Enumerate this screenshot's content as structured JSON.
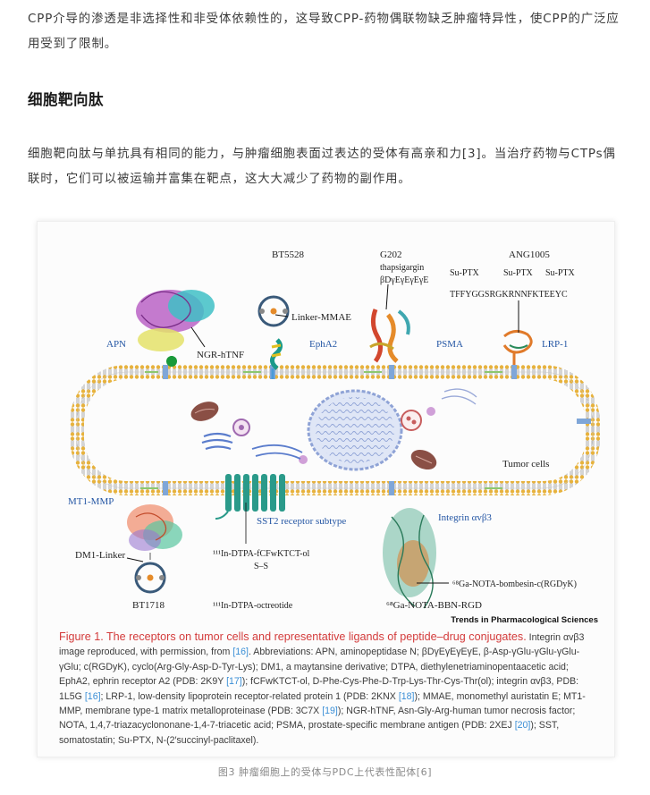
{
  "article": {
    "para1": "CPP介导的渗透是非选择性和非受体依赖性的，这导致CPP-药物偶联物缺乏肿瘤特异性，使CPP的广泛应用受到了限制。",
    "heading": "细胞靶向肽",
    "para2": "细胞靶向肽与单抗具有相同的能力，与肿瘤细胞表面过表达的受体有高亲和力[3]。当治疗药物与CTPs偶联时，它们可以被运输并富集在靶点，这大大减少了药物的副作用。"
  },
  "figure": {
    "labels": {
      "bt5528": "BT5528",
      "g202": "G202",
      "thapsigargin": "thapsigargin",
      "g202_seq": "βDγEγEγEγE",
      "ang1005": "ANG1005",
      "supt1": "Su-PTX",
      "supt2": "Su-PTX",
      "supt3": "Su-PTX",
      "ang_seq": "TFFYGGSRGKRNNFKTEEYC",
      "apn": "APN",
      "ngr": "NGR-hTNF",
      "linker_mmae": "Linker-MMAE",
      "epha2": "EphA2",
      "psma": "PSMA",
      "lrp1": "LRP-1",
      "tumor_cells": "Tumor cells",
      "mt1mmp": "MT1-MMP",
      "sst2": "SST2 receptor subtype",
      "integrin": "Integrin αvβ3",
      "dm1": "DM1-Linker",
      "in_dtpa": "¹¹¹In-DTPA-fCFwKTCT-ol",
      "ss": "S–S",
      "ga_nota": "⁶⁸Ga-NOTA-bombesin-c(RGDyK)",
      "bt1718": "BT1718",
      "in_octreotide": "¹¹¹In-DTPA-octreotide",
      "ga_bbn": "⁶⁸Ga-NOTA-BBN-RGD"
    },
    "source": "Trends in Pharmacological Sciences",
    "caption_title": "Figure 1. The receptors on tumor cells and representative ligands of peptide–drug conjugates.",
    "caption_a": " Integrin αvβ3 image reproduced, with permission, from ",
    "ref16a": "[16]",
    "caption_b": ". Abbreviations: APN, aminopeptidase N; βDγEγEγEγE, β-Asp-γGlu-γGlu-γGlu-γGlu; c(RGDyK), cyclo(Arg-Gly-Asp-D-Tyr-Lys); DM1, a maytansine derivative; DTPA, diethylenetriaminopentaacetic acid; EphA2, ephrin receptor A2 (PDB: 2K9Y ",
    "ref17": "[17]",
    "caption_c": "); fCFwKTCT-ol, D-Phe-Cys-Phe-D-Trp-Lys-Thr-Cys-Thr(ol); integrin αvβ3, PDB: 1L5G ",
    "ref16b": "[16]",
    "caption_d": "; LRP-1, low-density lipoprotein receptor-related protein 1 (PDB: 2KNX ",
    "ref18": "[18]",
    "caption_e": "); MMAE, monomethyl auristatin E; MT1-MMP, membrane type-1 matrix metalloproteinase (PDB: 3C7X ",
    "ref19": "[19]",
    "caption_f": "); NGR-hTNF, Asn-Gly-Arg-human tumor necrosis factor; NOTA, 1,4,7-triazacyclononane-1,4-7-triacetic acid; PSMA, prostate-specific membrane antigen (PDB: 2XEJ ",
    "ref20": "[20]",
    "caption_g": "); SST, somatostatin; Su-PTX, N-(2′succinyl-paclitaxel).",
    "outer_caption": "图3 肿瘤细胞上的受体与PDC上代表性配体[6]"
  },
  "colors": {
    "caption_title": "#d33b3b",
    "ref_link": "#3b8fd6",
    "receptor_label": "#2456a4",
    "membrane": "#e7b23c",
    "nucleus": "#c9d4ef"
  }
}
